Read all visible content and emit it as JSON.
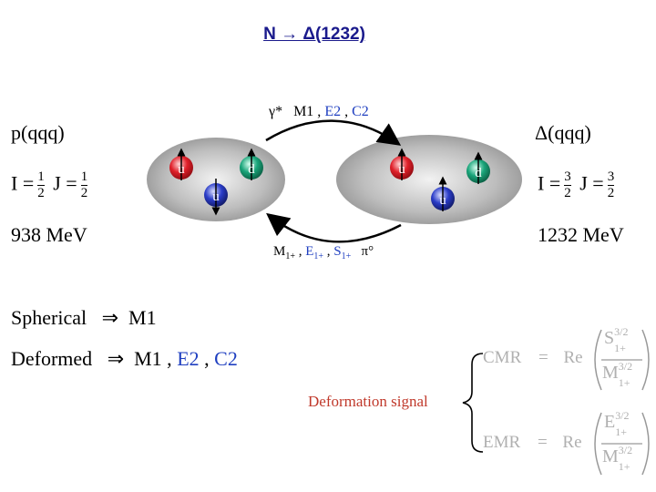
{
  "title": "N → Δ(1232)",
  "left": {
    "state": "p(qqq)",
    "isospin_label": "I =",
    "isospin_num": "1",
    "isospin_den": "2",
    "spin_label": "J =",
    "spin_num": "1",
    "spin_den": "2",
    "mass": "938 MeV"
  },
  "right": {
    "state": "Δ(qqq)",
    "isospin_label": "I =",
    "isospin_num": "3",
    "isospin_den": "2",
    "spin_label": "J =",
    "spin_num": "3",
    "spin_den": "2",
    "mass": "1232 MeV"
  },
  "transition_top": {
    "photon": "γ*",
    "m1": "M1 ,",
    "e2": "E2",
    "sep": ",",
    "c2": "C2"
  },
  "transition_bottom": {
    "m": "M",
    "m_sub": "1+",
    "sep1": ",",
    "e": "E",
    "e_sub": "1+",
    "sep2": ",",
    "s": "S",
    "s_sub": "1+",
    "pion": "π°"
  },
  "quarks": {
    "left": [
      "u",
      "d",
      "u"
    ],
    "right": [
      "u",
      "d",
      "u"
    ],
    "colors": {
      "u_red": "#e0202a",
      "d_green": "#1aa57a",
      "u_blue": "#2a3cc8"
    }
  },
  "spherical": {
    "label": "Spherical",
    "arrow": "⇒",
    "result": "M1"
  },
  "deformed": {
    "label": "Deformed",
    "arrow": "⇒",
    "m1": "M1 ,",
    "e2": "E2",
    "sep": ",",
    "c2": "C2"
  },
  "deformation_signal": "Deformation signal",
  "ratios": {
    "cmr": {
      "name": "CMR",
      "eq": "=",
      "re": "Re",
      "num": "S",
      "num_sup": "3/2",
      "num_sub": "1+",
      "den": "M",
      "den_sup": "3/2",
      "den_sub": "1+"
    },
    "emr": {
      "name": "EMR",
      "eq": "=",
      "re": "Re",
      "num": "E",
      "num_sup": "3/2",
      "num_sub": "1+",
      "den": "M",
      "den_sup": "3/2",
      "den_sub": "1+"
    }
  }
}
